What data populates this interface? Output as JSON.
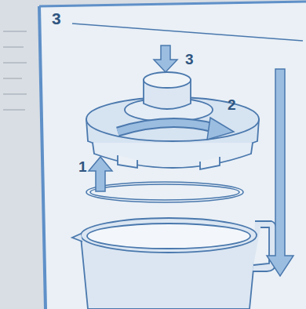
{
  "diagram": {
    "labels": [
      "3",
      "1",
      "2",
      "3"
    ]
  }
}
